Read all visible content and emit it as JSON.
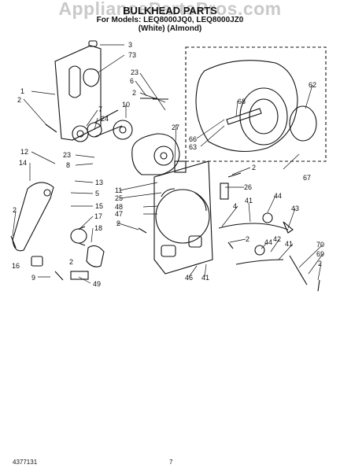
{
  "header": {
    "watermark": "AppliancePartsPros.com",
    "title": "BULKHEAD PARTS",
    "model_line": "For Models: LEQ8000JQ0, LEQ8000JZ0",
    "color_line": "(White)     (Almond)"
  },
  "footer": {
    "doc_number": "4377131",
    "page_number": "7"
  },
  "callouts": [
    "3",
    "73",
    "1",
    "2",
    "23",
    "6",
    "2",
    "10",
    "7",
    "24",
    "12",
    "23",
    "8",
    "14",
    "13",
    "5",
    "15",
    "2",
    "17",
    "18",
    "2",
    "16",
    "9",
    "49",
    "2",
    "11",
    "25",
    "48",
    "47",
    "27",
    "68",
    "62",
    "66",
    "63",
    "67",
    "2",
    "26",
    "4",
    "41",
    "44",
    "43",
    "2",
    "44",
    "42",
    "41",
    "70",
    "69",
    "2",
    "46",
    "41"
  ],
  "colors": {
    "ink": "#111111",
    "watermark": "#c9c9c9",
    "background": "#ffffff"
  }
}
